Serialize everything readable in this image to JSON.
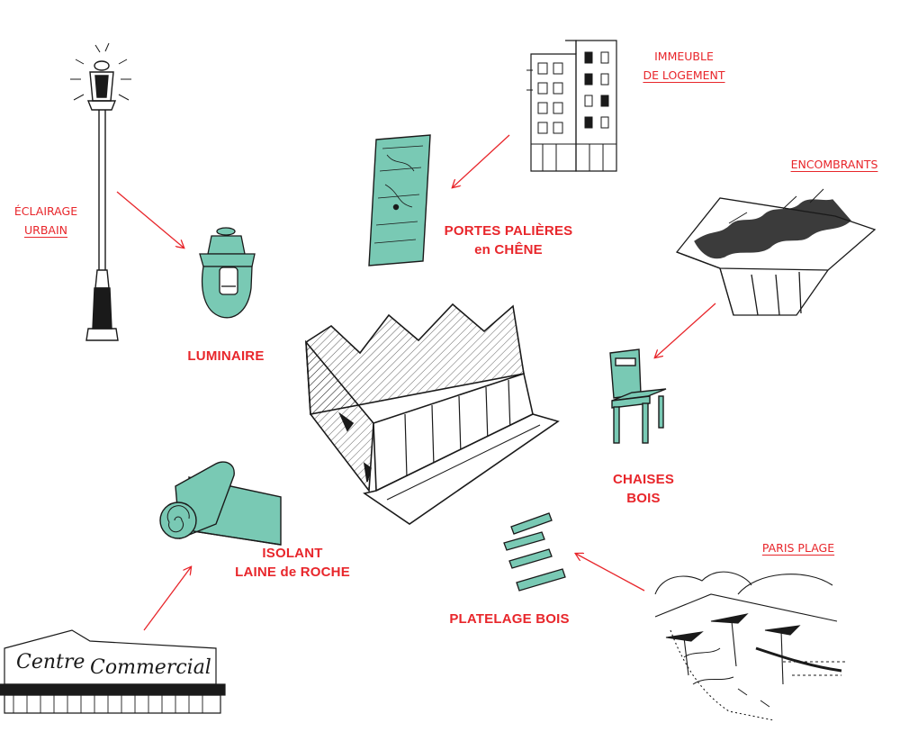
{
  "colors": {
    "accent": "#e8262b",
    "material": "#79c9b4",
    "ink": "#1a1a1a"
  },
  "sources": {
    "eclairage": {
      "line1": "ÉCLAIRAGE",
      "line2": "URBAIN",
      "icon": "street-lamp"
    },
    "immeuble": {
      "line1": "IMMEUBLE",
      "line2": "DE LOGEMENT",
      "icon": "apartment-building"
    },
    "encombrants": {
      "line1": "ENCOMBRANTS",
      "icon": "dumpster"
    },
    "paris_plage": {
      "line1": "PARIS PLAGE",
      "icon": "beach-umbrellas"
    },
    "centre_commercial": {
      "sign1": "Centre",
      "sign2": "Commercial",
      "icon": "shopping-mall"
    }
  },
  "materials": {
    "luminaire": {
      "line1": "LUMINAIRE",
      "icon": "lamp-head"
    },
    "portes": {
      "line1": "PORTES PALIÈRES",
      "line2": "en CHÊNE",
      "icon": "oak-door"
    },
    "chaises": {
      "line1": "CHAISES",
      "line2": "BOIS",
      "icon": "wooden-chair"
    },
    "platelage": {
      "line1": "PLATELAGE BOIS",
      "icon": "wood-planks"
    },
    "isolant": {
      "line1": "ISOLANT",
      "line2": "LAINE de ROCHE",
      "icon": "rock-wool-roll"
    }
  },
  "center": {
    "icon": "pavilion-building"
  }
}
